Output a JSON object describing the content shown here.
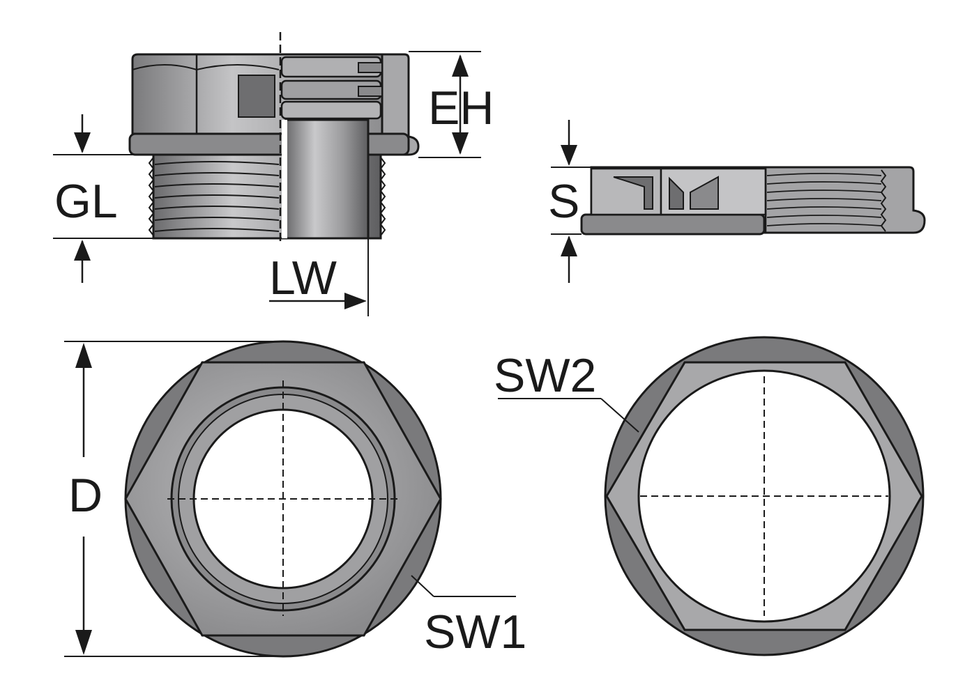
{
  "labels": {
    "eh": "EH",
    "gl": "GL",
    "lw": "LW",
    "s": "S",
    "d": "D",
    "sw1": "SW1",
    "sw2": "SW2"
  },
  "colors": {
    "outline": "#1a1a1a",
    "dark_gray": "#6e6e70",
    "mid_gray": "#8c8c8e",
    "light_gray": "#b4b4b6",
    "highlight": "#d2d2d4"
  }
}
